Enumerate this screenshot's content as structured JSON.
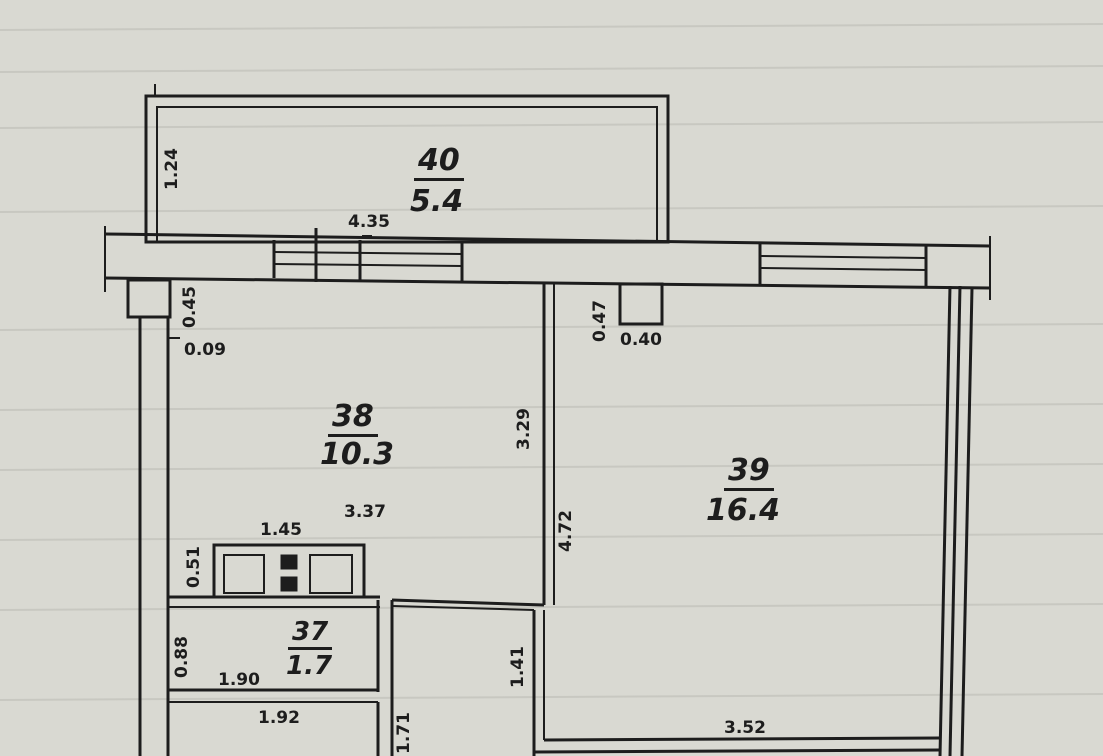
{
  "plan": {
    "background_color": "#d9d9d2",
    "line_color": "#1d1d1d",
    "rooms": {
      "balcony": {
        "number": "40",
        "area": "5.4"
      },
      "kitchen": {
        "number": "38",
        "area": "10.3"
      },
      "living_room": {
        "number": "39",
        "area": "16.4"
      },
      "bathroom": {
        "number": "37",
        "area": "1.7"
      },
      "bottom_room_partial": {
        "number": "",
        "area": ""
      }
    },
    "dimensions": {
      "balcony_width": "4.35",
      "balcony_depth": "1.24",
      "pier_left_depth": "0.45",
      "pier_left_width": "0.09",
      "pier_right_depth": "0.47",
      "pier_right_width": "0.40",
      "kitchen_length": "3.37",
      "kitchen_partition": "3.29",
      "stove_width": "1.45",
      "stove_depth": "0.51",
      "living_length": "4.72",
      "corridor_length": "1.41",
      "living_width": "3.52",
      "bath_depth": "0.88",
      "bath_width": "1.90",
      "bottom_room_width": "1.92",
      "bottom_room_depth_partial": "1.71"
    }
  }
}
